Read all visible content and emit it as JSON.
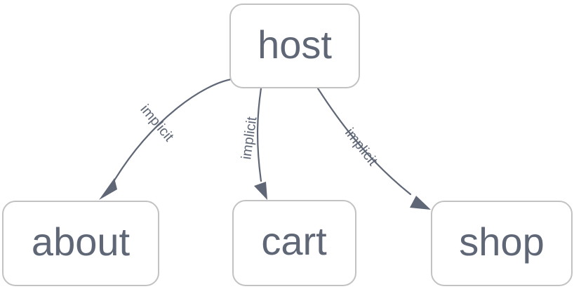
{
  "diagram": {
    "type": "directed-graph",
    "background_color": "#ffffff",
    "node_fill": "#ffffff",
    "node_stroke": "#c2c2c2",
    "text_color": "#5f6776",
    "edge_color": "#5f6776",
    "nodes": [
      {
        "id": "host",
        "label": "host"
      },
      {
        "id": "about",
        "label": "about"
      },
      {
        "id": "cart",
        "label": "cart"
      },
      {
        "id": "shop",
        "label": "shop"
      }
    ],
    "edges": [
      {
        "from": "host",
        "to": "about",
        "label": "implicit"
      },
      {
        "from": "host",
        "to": "cart",
        "label": "implicit"
      },
      {
        "from": "host",
        "to": "shop",
        "label": "implicit"
      }
    ]
  }
}
